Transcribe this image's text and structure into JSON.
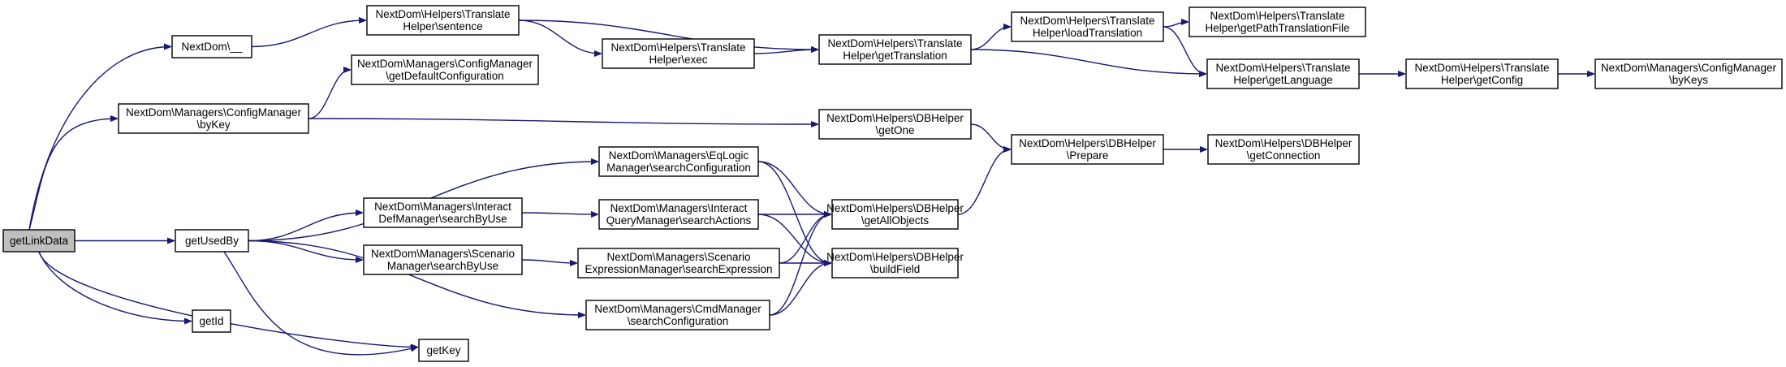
{
  "graph": {
    "edge_color": "#191970",
    "root_fill": "#bfbfbf",
    "nodes": [
      {
        "id": "getLinkData",
        "lines": [
          "getLinkData"
        ],
        "root": true
      },
      {
        "id": "nextdom__",
        "lines": [
          "NextDom\\__"
        ]
      },
      {
        "id": "cm_byKey",
        "lines": [
          "NextDom\\Managers\\ConfigManager",
          "\\byKey"
        ]
      },
      {
        "id": "getUsedBy",
        "lines": [
          "getUsedBy"
        ]
      },
      {
        "id": "getId",
        "lines": [
          "getId"
        ]
      },
      {
        "id": "getKey",
        "lines": [
          "getKey"
        ]
      },
      {
        "id": "th_sentence",
        "lines": [
          "NextDom\\Helpers\\Translate",
          "Helper\\sentence"
        ]
      },
      {
        "id": "th_exec",
        "lines": [
          "NextDom\\Helpers\\Translate",
          "Helper\\exec"
        ]
      },
      {
        "id": "cm_getDefault",
        "lines": [
          "NextDom\\Managers\\ConfigManager",
          "\\getDefaultConfiguration"
        ]
      },
      {
        "id": "eq_searchConf",
        "lines": [
          "NextDom\\Managers\\EqLogic",
          "Manager\\searchConfiguration"
        ]
      },
      {
        "id": "idm_searchByUse",
        "lines": [
          "NextDom\\Managers\\Interact",
          "DefManager\\searchByUse"
        ]
      },
      {
        "id": "iqm_searchActions",
        "lines": [
          "NextDom\\Managers\\Interact",
          "QueryManager\\searchActions"
        ]
      },
      {
        "id": "sm_searchByUse",
        "lines": [
          "NextDom\\Managers\\Scenario",
          "Manager\\searchByUse"
        ]
      },
      {
        "id": "sem_searchExpr",
        "lines": [
          "NextDom\\Managers\\Scenario",
          "ExpressionManager\\searchExpression"
        ]
      },
      {
        "id": "cmd_searchConf",
        "lines": [
          "NextDom\\Managers\\CmdManager",
          "\\searchConfiguration"
        ]
      },
      {
        "id": "th_getTranslation",
        "lines": [
          "NextDom\\Helpers\\Translate",
          "Helper\\getTranslation"
        ]
      },
      {
        "id": "db_getOne",
        "lines": [
          "NextDom\\Helpers\\DBHelper",
          "\\getOne"
        ]
      },
      {
        "id": "db_getAllObjects",
        "lines": [
          "NextDom\\Helpers\\DBHelper",
          "\\getAllObjects"
        ]
      },
      {
        "id": "db_buildField",
        "lines": [
          "NextDom\\Helpers\\DBHelper",
          "\\buildField"
        ]
      },
      {
        "id": "th_loadTranslation",
        "lines": [
          "NextDom\\Helpers\\Translate",
          "Helper\\loadTranslation"
        ]
      },
      {
        "id": "db_prepare",
        "lines": [
          "NextDom\\Helpers\\DBHelper",
          "\\Prepare"
        ]
      },
      {
        "id": "th_getPathTransFile",
        "lines": [
          "NextDom\\Helpers\\Translate",
          "Helper\\getPathTranslationFile"
        ]
      },
      {
        "id": "th_getLanguage",
        "lines": [
          "NextDom\\Helpers\\Translate",
          "Helper\\getLanguage"
        ]
      },
      {
        "id": "db_getConnection",
        "lines": [
          "NextDom\\Helpers\\DBHelper",
          "\\getConnection"
        ]
      },
      {
        "id": "th_getConfig",
        "lines": [
          "NextDom\\Helpers\\Translate",
          "Helper\\getConfig"
        ]
      },
      {
        "id": "cm_byKeys",
        "lines": [
          "NextDom\\Managers\\ConfigManager",
          "\\byKeys"
        ]
      }
    ],
    "edges": [
      [
        "getLinkData",
        "nextdom__"
      ],
      [
        "getLinkData",
        "cm_byKey"
      ],
      [
        "getLinkData",
        "getUsedBy"
      ],
      [
        "getLinkData",
        "getId"
      ],
      [
        "getLinkData",
        "getKey"
      ],
      [
        "nextdom__",
        "th_sentence"
      ],
      [
        "th_sentence",
        "th_exec"
      ],
      [
        "th_sentence",
        "th_getTranslation"
      ],
      [
        "th_exec",
        "th_getTranslation"
      ],
      [
        "th_getTranslation",
        "th_loadTranslation"
      ],
      [
        "th_getTranslation",
        "th_getLanguage"
      ],
      [
        "th_loadTranslation",
        "th_getPathTransFile"
      ],
      [
        "th_loadTranslation",
        "th_getLanguage"
      ],
      [
        "th_getLanguage",
        "th_getConfig"
      ],
      [
        "th_getConfig",
        "cm_byKeys"
      ],
      [
        "cm_byKey",
        "cm_getDefault"
      ],
      [
        "cm_byKey",
        "db_getOne"
      ],
      [
        "db_getOne",
        "db_prepare"
      ],
      [
        "db_prepare",
        "db_getConnection"
      ],
      [
        "getUsedBy",
        "eq_searchConf"
      ],
      [
        "getUsedBy",
        "idm_searchByUse"
      ],
      [
        "getUsedBy",
        "sm_searchByUse"
      ],
      [
        "getUsedBy",
        "cmd_searchConf"
      ],
      [
        "getUsedBy",
        "getKey"
      ],
      [
        "idm_searchByUse",
        "iqm_searchActions"
      ],
      [
        "sm_searchByUse",
        "sem_searchExpr"
      ],
      [
        "eq_searchConf",
        "db_getAllObjects"
      ],
      [
        "eq_searchConf",
        "db_buildField"
      ],
      [
        "iqm_searchActions",
        "db_getAllObjects"
      ],
      [
        "iqm_searchActions",
        "db_buildField"
      ],
      [
        "sem_searchExpr",
        "db_getAllObjects"
      ],
      [
        "sem_searchExpr",
        "db_buildField"
      ],
      [
        "cmd_searchConf",
        "db_getAllObjects"
      ],
      [
        "cmd_searchConf",
        "db_buildField"
      ],
      [
        "db_getAllObjects",
        "db_prepare"
      ]
    ]
  }
}
